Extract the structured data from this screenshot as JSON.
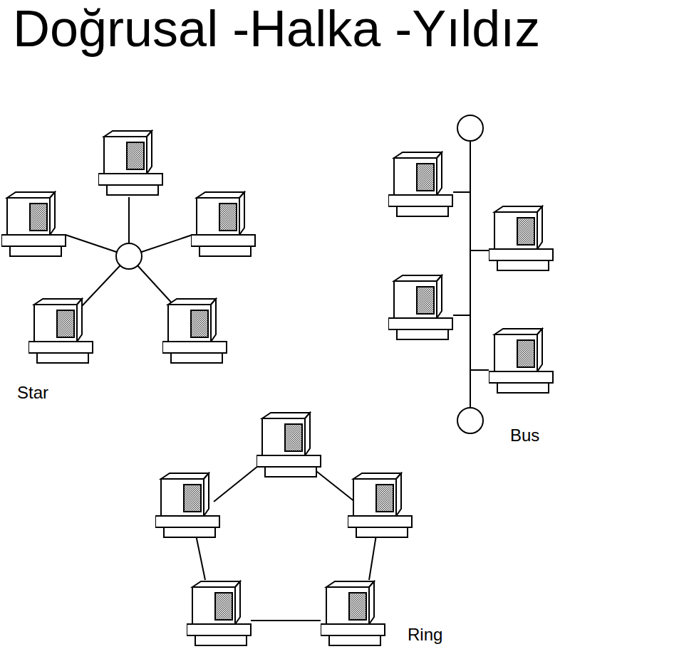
{
  "diagram": {
    "title": "Doğrusal -Halka -Yıldız",
    "labels": [
      "Star",
      "Bus",
      "Ring"
    ]
  }
}
